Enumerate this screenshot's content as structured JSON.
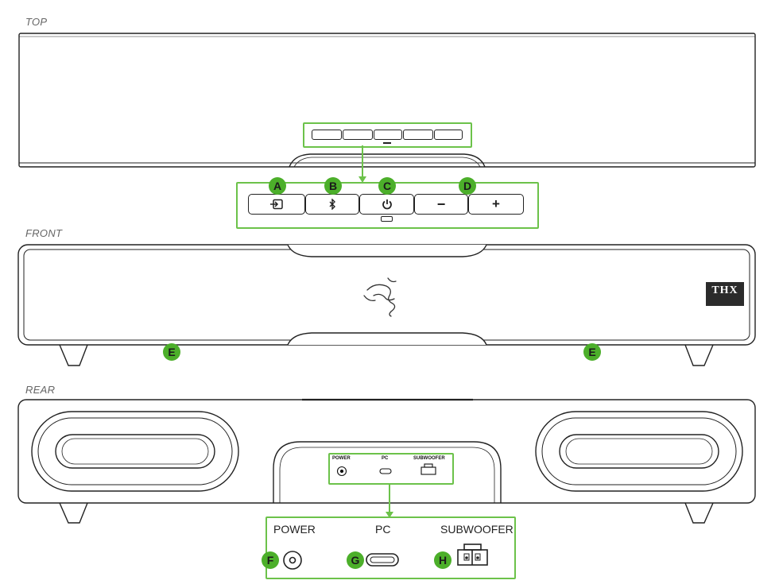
{
  "sections": {
    "top": "TOP",
    "front": "FRONT",
    "rear": "REAR"
  },
  "badges": {
    "a": "A",
    "b": "B",
    "c": "C",
    "d": "D",
    "e": "E",
    "f": "F",
    "g": "G",
    "h": "H"
  },
  "buttons": {
    "minus": "−",
    "plus": "+"
  },
  "ports": {
    "power": "POWER",
    "pc": "PC",
    "subwoofer": "SUBWOOFER"
  },
  "logo": {
    "thx": "THX"
  },
  "colors": {
    "accent": "#4caf2a",
    "outline": "#222222"
  },
  "icons": [
    "input-icon",
    "bluetooth-icon",
    "power-icon",
    "minus-icon",
    "plus-icon",
    "razer-logo-icon",
    "dc-power-port-icon",
    "usb-c-port-icon",
    "subwoofer-port-icon"
  ]
}
